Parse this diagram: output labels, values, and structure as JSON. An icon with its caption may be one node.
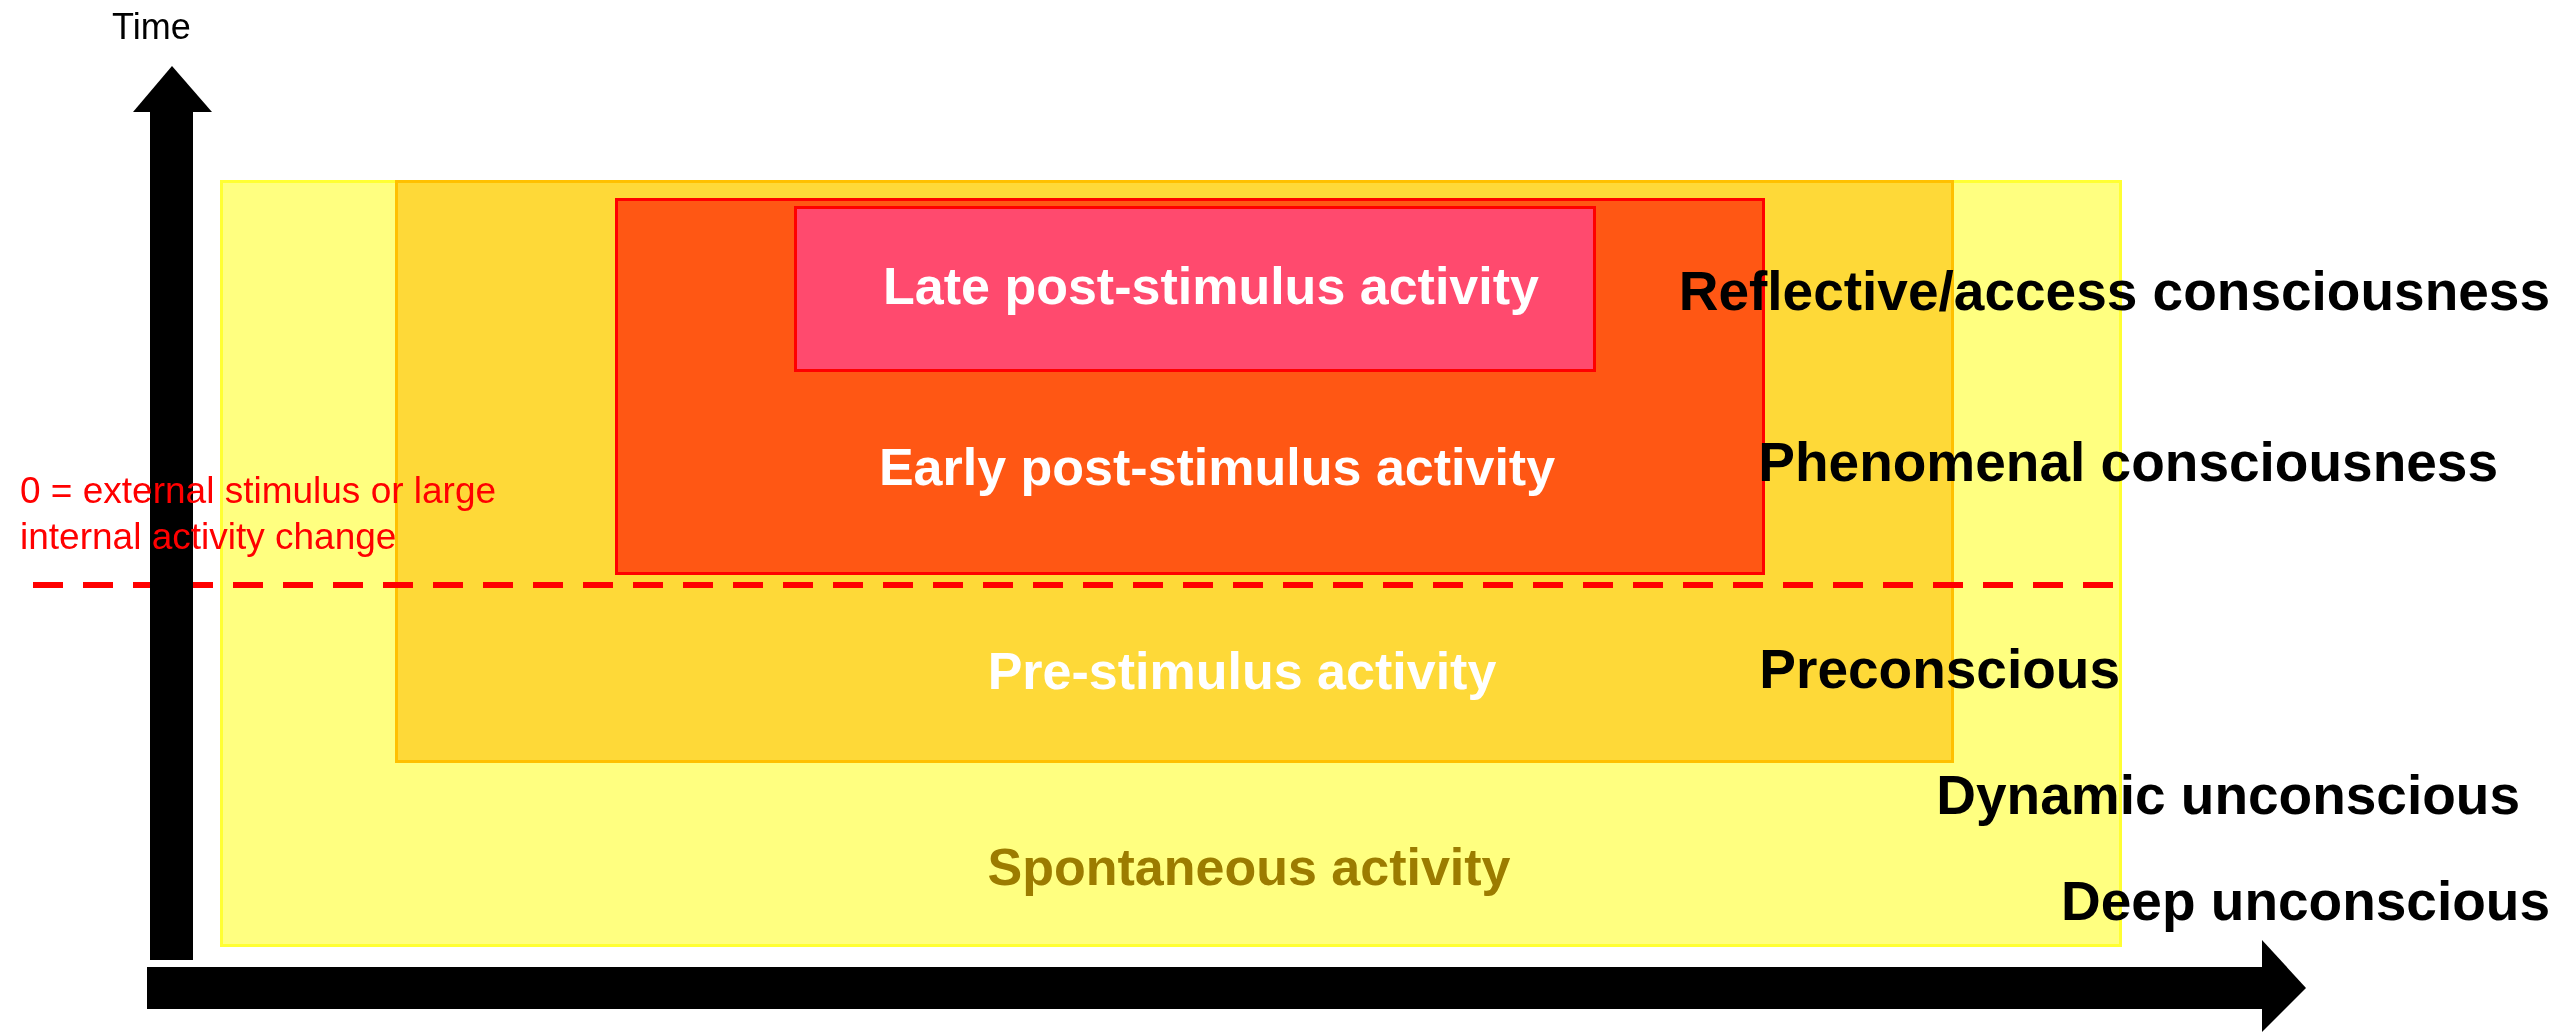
{
  "diagram": {
    "nodes": [
      {
        "text": [
          "Spontaneous activity"
        ]
      },
      {
        "text": [
          "Pre-stimulus activity"
        ],
        "in": 0
      },
      {
        "text": [
          "Early post-stimulus activity"
        ],
        "in": 1
      },
      {
        "text": [
          "Late post-stimulus activity"
        ],
        "in": 2
      }
    ],
    "labels": [
      "Time",
      "0 = external stimulus or large internal activity change",
      "Reflective/access consciousness",
      "Phenomenal consciousness",
      "Preconscious",
      "Dynamic unconscious",
      "Deep unconscious"
    ]
  }
}
